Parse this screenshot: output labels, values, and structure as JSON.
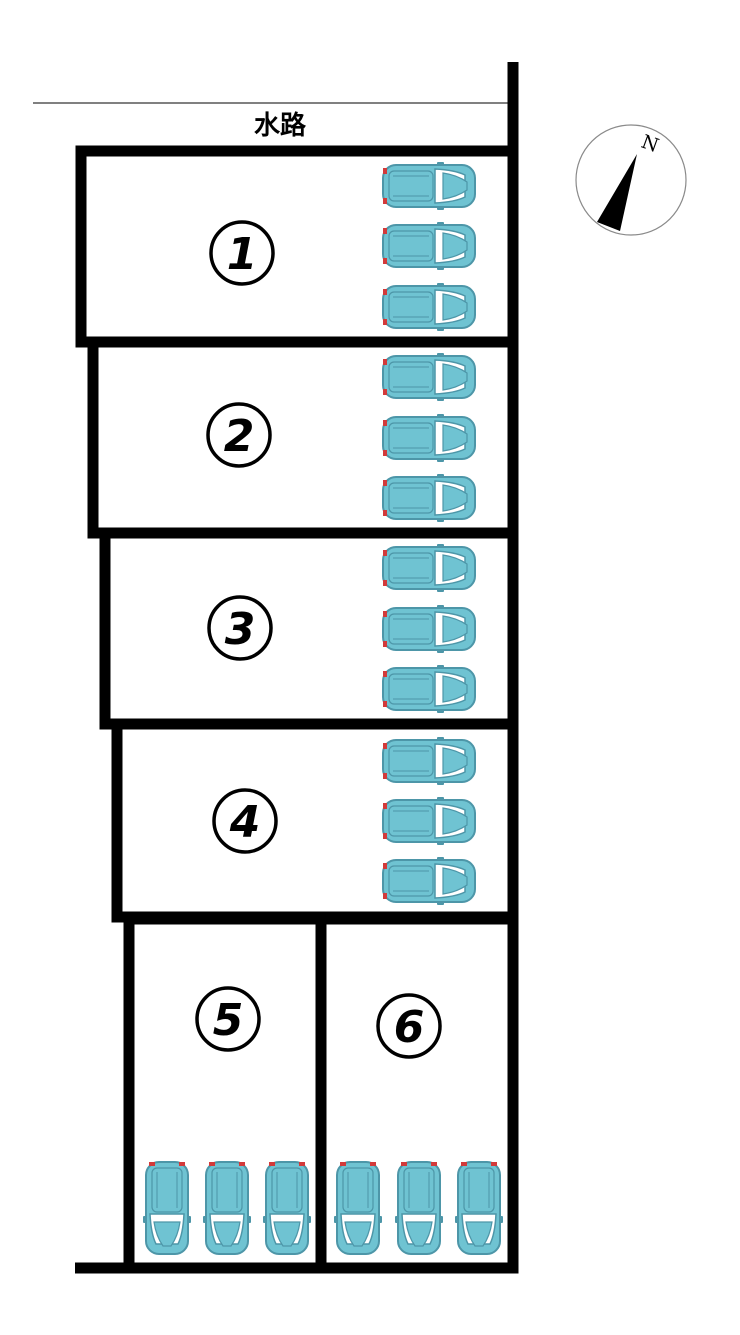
{
  "waterway": {
    "label": "水路"
  },
  "compass": {
    "label": "N"
  },
  "lots": [
    {
      "number": "1",
      "parking_spaces": 3
    },
    {
      "number": "2",
      "parking_spaces": 3
    },
    {
      "number": "3",
      "parking_spaces": 3
    },
    {
      "number": "4",
      "parking_spaces": 3
    },
    {
      "number": "5",
      "parking_spaces": 3
    },
    {
      "number": "6",
      "parking_spaces": 3
    }
  ],
  "colors": {
    "car_body": "#6fc3d2",
    "car_outline": "#4d96a8",
    "car_window": "#ffffff",
    "car_light": "#d23a3a",
    "line": "#000000"
  }
}
